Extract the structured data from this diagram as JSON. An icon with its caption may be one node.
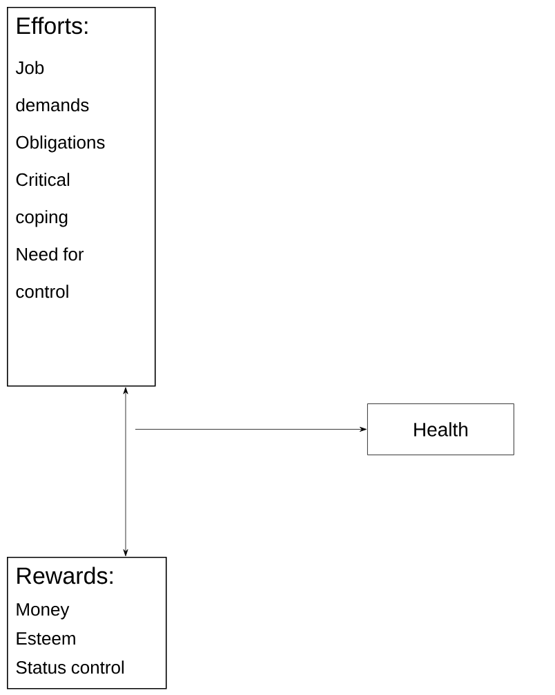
{
  "diagram": {
    "nodes": [
      {
        "text": [
          "Efforts:",
          "Job demands",
          "Obligations",
          "Critical coping",
          "Need for control"
        ]
      },
      {
        "text": [
          "Health"
        ]
      },
      {
        "text": [
          "Rewards:",
          "Money",
          "Esteem",
          "Status control"
        ]
      }
    ],
    "edges": [
      {
        "from": 0,
        "to": 2,
        "arrow": "both"
      },
      {
        "from": null,
        "to": 1,
        "arrow": "to"
      }
    ]
  }
}
